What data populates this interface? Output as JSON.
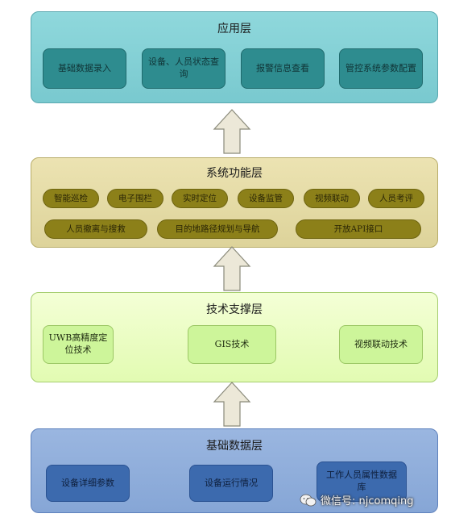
{
  "application_layer": {
    "title": "应用层",
    "items": [
      "基础数据录入",
      "设备、人员状态查询",
      "报警信息查看",
      "管控系统参数配置"
    ]
  },
  "function_layer": {
    "title": "系统功能层",
    "row1": [
      "智能巡检",
      "电子围栏",
      "实时定位",
      "设备监管",
      "视频联动",
      "人员考评"
    ],
    "row2": [
      "人员撤离与搜救",
      "目的地路径规划与导航",
      "开放API接口"
    ]
  },
  "tech_layer": {
    "title": "技术支撑层",
    "items": [
      "UWB高精度定位技术",
      "GIS技术",
      "视频联动技术"
    ]
  },
  "data_layer": {
    "title": "基础数据层",
    "items": [
      "设备详细参数",
      "设备运行情况",
      "工作人员属性数据库"
    ]
  },
  "watermark": {
    "text": "微信号: njcomqing",
    "icon": "wechat-icon"
  },
  "colors": {
    "application": "#8fd8dc",
    "function": "#ece3b2",
    "tech": "#e8fcbf",
    "data": "#9ab6e0",
    "arrow": "#ece8d8"
  }
}
